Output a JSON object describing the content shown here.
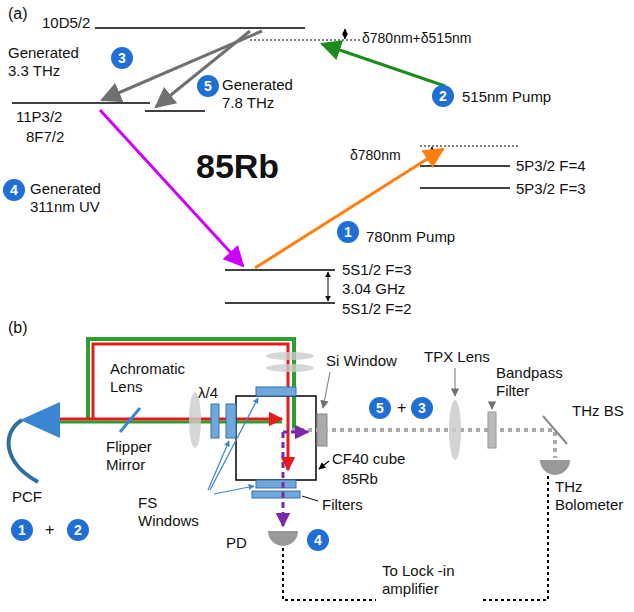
{
  "diagram": {
    "nodes": [
      {
        "text": [
          "1"
        ]
      },
      {
        "text": [
          "2"
        ]
      },
      {
        "text": [
          "3"
        ]
      },
      {
        "text": [
          "4"
        ]
      },
      {
        "text": [
          "5"
        ]
      },
      {
        "text": [
          "1"
        ]
      },
      {
        "text": [
          "2"
        ]
      },
      {
        "text": [
          "5"
        ]
      },
      {
        "text": [
          "3"
        ]
      },
      {
        "text": [
          "4"
        ]
      }
    ],
    "labels": [
      "(a)",
      "10D5/2",
      "δ780nm+δ515nm",
      "Generated 3.3 THz",
      "11P3/2",
      "8F7/2",
      "Generated 7.8 THz",
      "515nm Pump",
      "85Rb",
      "δ780nm",
      "5P3/2 F=4",
      "5P3/2 F=3",
      "Generated 311nm UV",
      "780nm Pump",
      "5S1/2 F=3",
      "3.04 GHz",
      "5S1/2 F=2",
      "(b)",
      "Achromatic Lens",
      "λ/4",
      "Si Window",
      "TPX Lens",
      "Bandpass Filter",
      "THz BS",
      "THz Bolometer",
      "PCF",
      "Flipper Mirror",
      "FS Windows",
      "CF40 cube",
      "85Rb",
      "Filters",
      "PD",
      "To Lock -in amplifier",
      "+",
      "+"
    ]
  }
}
